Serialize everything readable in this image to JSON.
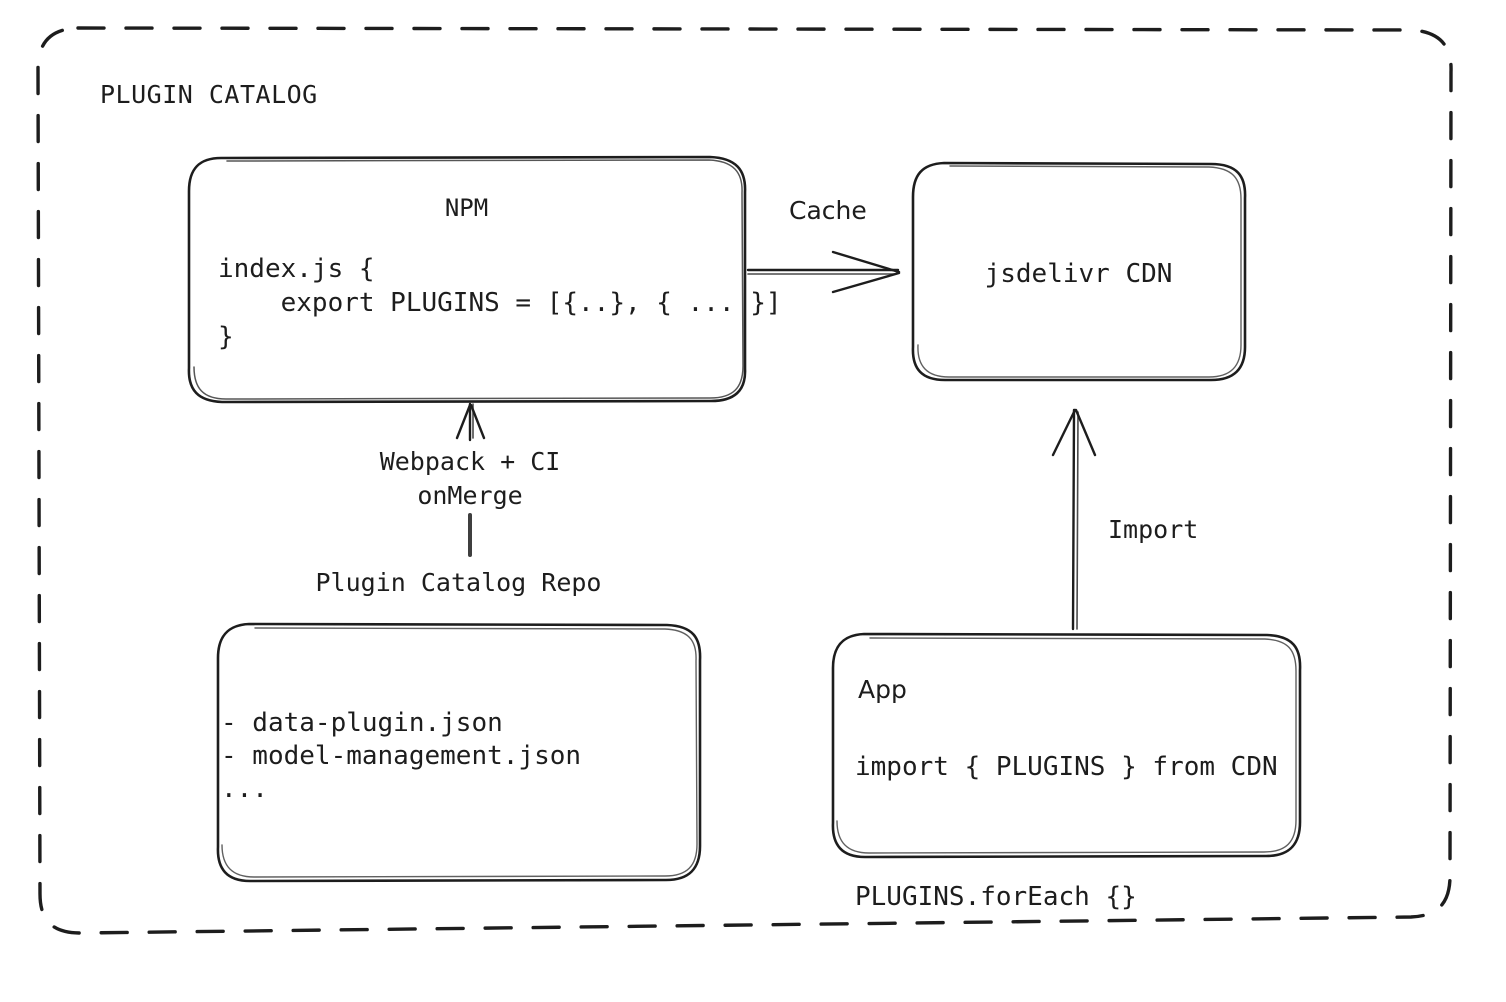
{
  "diagram": {
    "group": {
      "title": "PLUGIN CATALOG",
      "border_style": "dashed-rounded",
      "stroke": "#1d1d1d"
    },
    "nodes": {
      "npm": {
        "title": "NPM",
        "code": "index.js {\n    export PLUGINS = [{..}, { ... }]\n}"
      },
      "cdn": {
        "title": "jsdelivr CDN"
      },
      "repo": {
        "caption": "Plugin Catalog Repo",
        "list": "- data-plugin.json\n- model-management.json\n..."
      },
      "app": {
        "title": "App",
        "code": "import { PLUGINS } from CDN\n\nPLUGINS.forEach {}"
      }
    },
    "edges": {
      "cache": {
        "label": "Cache",
        "from": "npm",
        "to": "cdn",
        "direction": "right"
      },
      "build": {
        "label": "Webpack + CI\nonMerge",
        "from": "repo",
        "to": "npm",
        "direction": "up"
      },
      "import": {
        "label": "Import",
        "from": "app",
        "to": "cdn",
        "direction": "up"
      }
    },
    "colors": {
      "ink": "#1d1d1d",
      "background": "#ffffff"
    }
  }
}
